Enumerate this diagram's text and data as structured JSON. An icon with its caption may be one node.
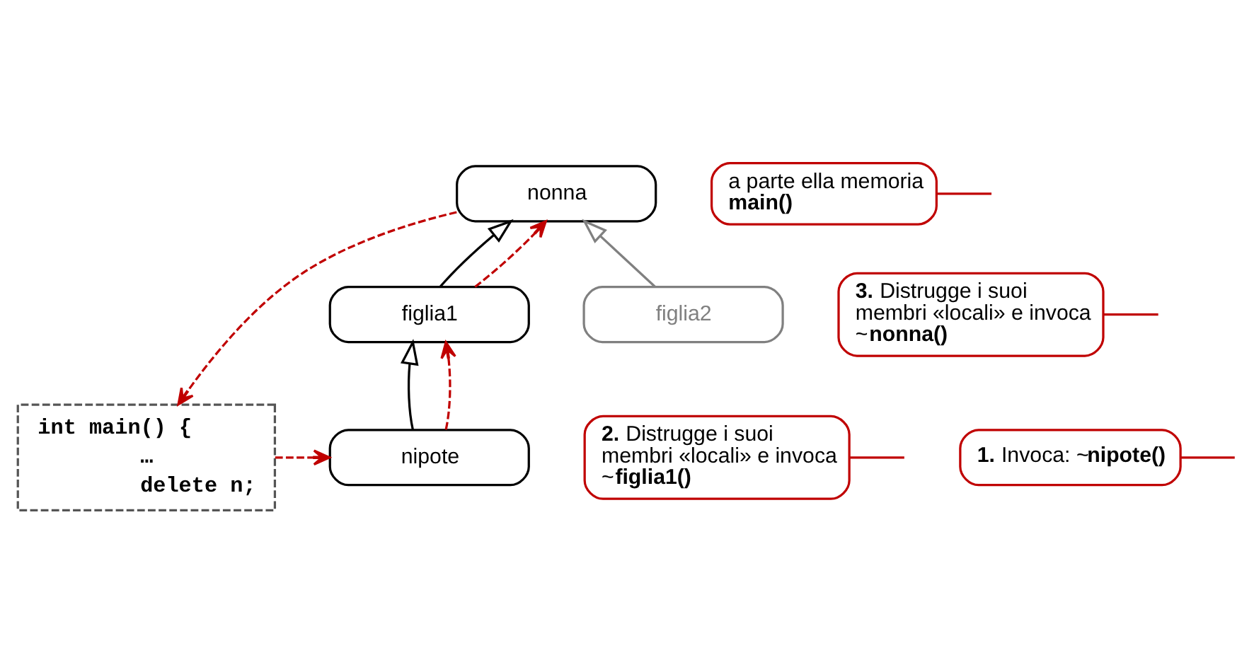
{
  "diagram": {
    "nodes": [
      {
        "text": [
          "nonna"
        ]
      },
      {
        "text": [
          "figlia1"
        ]
      },
      {
        "text": [
          "figlia2"
        ]
      },
      {
        "text": [
          "nipote"
        ]
      },
      {
        "text": [
          "int main() {",
          "…",
          "delete n;"
        ]
      },
      {
        "text": [
          "a parte ella memoria **main()**"
        ]
      },
      {
        "text": [
          "**3.** Distrugge i suoi membri «locali» e invoca ~**nonna()**"
        ]
      },
      {
        "text": [
          "**2.** Distrugge i suoi membri «locali» e invoca ~**figlia1()**"
        ]
      },
      {
        "text": [
          "**1.** Invoca: ~**nipote()**"
        ]
      }
    ],
    "edges": [
      {
        "from": 1,
        "to": 0,
        "arrow": "to",
        "color": "#000000"
      },
      {
        "from": 2,
        "to": 0,
        "arrow": "to",
        "color": "#808080"
      },
      {
        "from": 3,
        "to": 1,
        "arrow": "to",
        "color": "#000000"
      },
      {
        "from": 4,
        "to": 3,
        "arrow": "to",
        "style": "dashed",
        "color": "#c00000"
      },
      {
        "from": 3,
        "to": 1,
        "arrow": "to",
        "style": "dashed",
        "color": "#c00000"
      },
      {
        "from": 1,
        "to": 0,
        "arrow": "to",
        "style": "dashed",
        "color": "#c00000"
      },
      {
        "from": 0,
        "to": 4,
        "arrow": "to",
        "style": "dashed",
        "color": "#c00000"
      },
      {
        "from": 5,
        "to": null,
        "arrow": "none",
        "color": "#c00000"
      },
      {
        "from": 6,
        "to": null,
        "arrow": "none",
        "color": "#c00000"
      },
      {
        "from": 7,
        "to": null,
        "arrow": "none",
        "color": "#c00000"
      },
      {
        "from": 8,
        "to": null,
        "arrow": "none",
        "color": "#c00000"
      }
    ]
  }
}
